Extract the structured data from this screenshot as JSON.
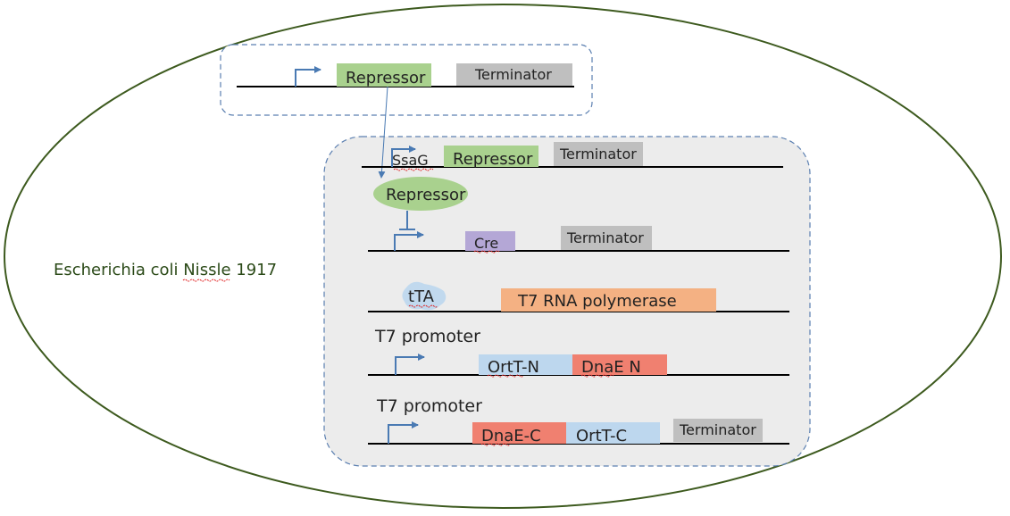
{
  "organism": {
    "label": "Escherichia coli Nissle 1917"
  },
  "colors": {
    "cell_outline": "#3d5a1e",
    "dashed_box": "#5b7fb0",
    "arrow": "#4a7ab3",
    "repressor": "#a9d18e",
    "terminator": "#bfbfbf",
    "cre": "#b4a7d6",
    "t7_rna_polymerase": "#f4b183",
    "ortt": "#bdd7ee",
    "dnae": "#f08070",
    "tta": "#bdd7ee",
    "inner_box_fill": "#ececec",
    "label_text": "#2b4a18"
  },
  "plasmid": {
    "repressor_label": "Repressor",
    "terminator_label": "Terminator"
  },
  "genome": {
    "ssag_row": {
      "promoter_label": "SsaG",
      "repressor_label": "Repressor",
      "terminator_label": "Terminator"
    },
    "repressor_protein_label": "Repressor",
    "cre_row": {
      "cre_label": "Cre",
      "terminator_label": "Terminator"
    },
    "tta_row": {
      "tta_label": "tTA",
      "polymerase_label": "T7 RNA polymerase"
    },
    "t7_row_1": {
      "promoter_label": "T7 promoter",
      "ortt_label": "OrtT-N",
      "dnae_label": "DnaE N"
    },
    "t7_row_2": {
      "promoter_label": "T7 promoter",
      "dnae_label": "DnaE-C",
      "ortt_label": "OrtT-C",
      "terminator_label": "Terminator"
    }
  }
}
